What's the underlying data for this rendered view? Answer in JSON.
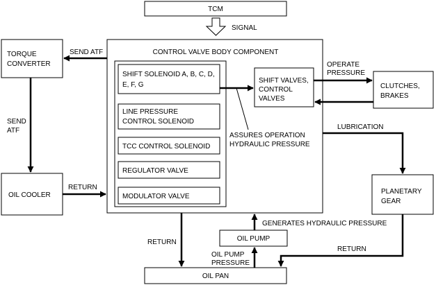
{
  "boxes": {
    "tcm": "TCM",
    "torque_converter": [
      "TORQUE",
      "CONVERTER"
    ],
    "control_valve_body": "CONTROL VALVE BODY COMPONENT",
    "shift_solenoid": [
      "SHIFT SOLENOID A, B, C, D,",
      "E, F, G"
    ],
    "line_pressure_solenoid": [
      "LINE PRESSURE",
      "CONTROL SOLENOID"
    ],
    "tcc_solenoid": "TCC CONTROL SOLENOID",
    "regulator_valve": "REGULATOR VALVE",
    "modulator_valve": "MODULATOR VALVE",
    "shift_valves": [
      "SHIFT VALVES,",
      "CONTROL",
      "VALVES"
    ],
    "clutches_brakes": [
      "CLUTCHES,",
      "BRAKES"
    ],
    "oil_cooler": "OIL COOLER",
    "planetary_gear": [
      "PLANETARY",
      "GEAR"
    ],
    "oil_pump": "OIL PUMP",
    "oil_pan": "OIL PAN"
  },
  "labels": {
    "signal": "SIGNAL",
    "send_atf_top": "SEND ATF",
    "send_atf_left": [
      "SEND",
      "ATF"
    ],
    "operate_pressure": [
      "OPERATE",
      "PRESSURE"
    ],
    "assures": [
      "ASSURES OPERATION",
      "HYDRAULIC PRESSURE"
    ],
    "lubrication": "LUBRICATION",
    "return_cooler": "RETURN",
    "return_pan": "RETURN",
    "return_planetary": "RETURN",
    "generates": "GENERATES HYDRAULIC PRESSURE",
    "oil_pump_pressure": [
      "OIL PUMP",
      "PRESSURE"
    ]
  }
}
